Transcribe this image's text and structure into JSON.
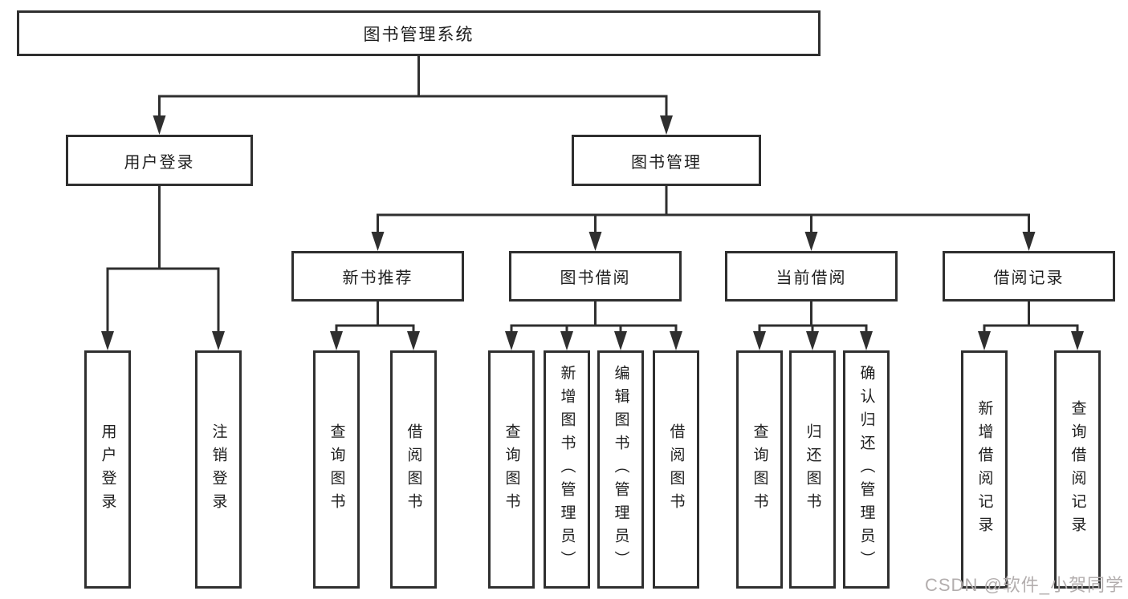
{
  "colors": {
    "line": "#2f2f2f",
    "text": "#1e1e1e",
    "watermark": "#b3aeae",
    "background": "#ffffff"
  },
  "tree": {
    "root": {
      "label": "图书管理系统"
    },
    "level2": [
      {
        "label": "用户登录",
        "children": [
          {
            "label": "用户登录"
          },
          {
            "label": "注销登录"
          }
        ]
      },
      {
        "label": "图书管理",
        "children": [
          {
            "label": "新书推荐",
            "children": [
              {
                "label": "查询图书"
              },
              {
                "label": "借阅图书"
              }
            ]
          },
          {
            "label": "图书借阅",
            "children": [
              {
                "label": "查询图书"
              },
              {
                "label": "新增图书（管理员）"
              },
              {
                "label": "编辑图书（管理员）"
              },
              {
                "label": "借阅图书"
              }
            ]
          },
          {
            "label": "当前借阅",
            "children": [
              {
                "label": "查询图书"
              },
              {
                "label": "归还图书"
              },
              {
                "label": "确认归还（管理员）"
              }
            ]
          },
          {
            "label": "借阅记录",
            "children": [
              {
                "label": "新增借阅记录"
              },
              {
                "label": "查询借阅记录"
              }
            ]
          }
        ]
      }
    ]
  },
  "watermark": {
    "label": "CSDN @软件_小贺同学"
  }
}
